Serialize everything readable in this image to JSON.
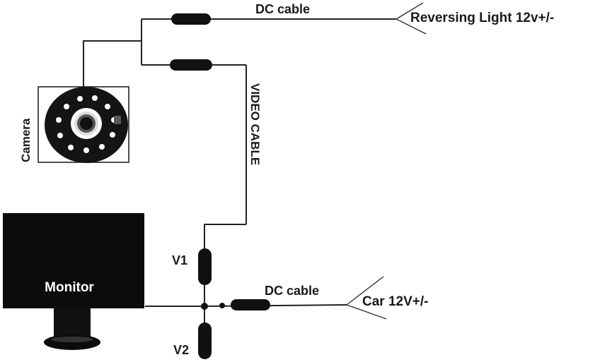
{
  "labels": {
    "dc_cable_top": "DC cable",
    "reversing_light": "Reversing Light 12v+/-",
    "video_cable": "VIDEO CABLE",
    "camera": "Camera",
    "monitor": "Monitor",
    "v1": "V1",
    "v2": "V2",
    "dc_cable_bottom": "DC cable",
    "car_power": "Car 12V+/-"
  },
  "colors": {
    "wire": "#222222",
    "connector": "#111111",
    "monitor_body": "#0c0c0c",
    "camera_face": "#141414",
    "led": "#ffffff",
    "background": "#ffffff"
  },
  "icons": {
    "camera": "camera-icon",
    "monitor": "monitor-icon"
  }
}
